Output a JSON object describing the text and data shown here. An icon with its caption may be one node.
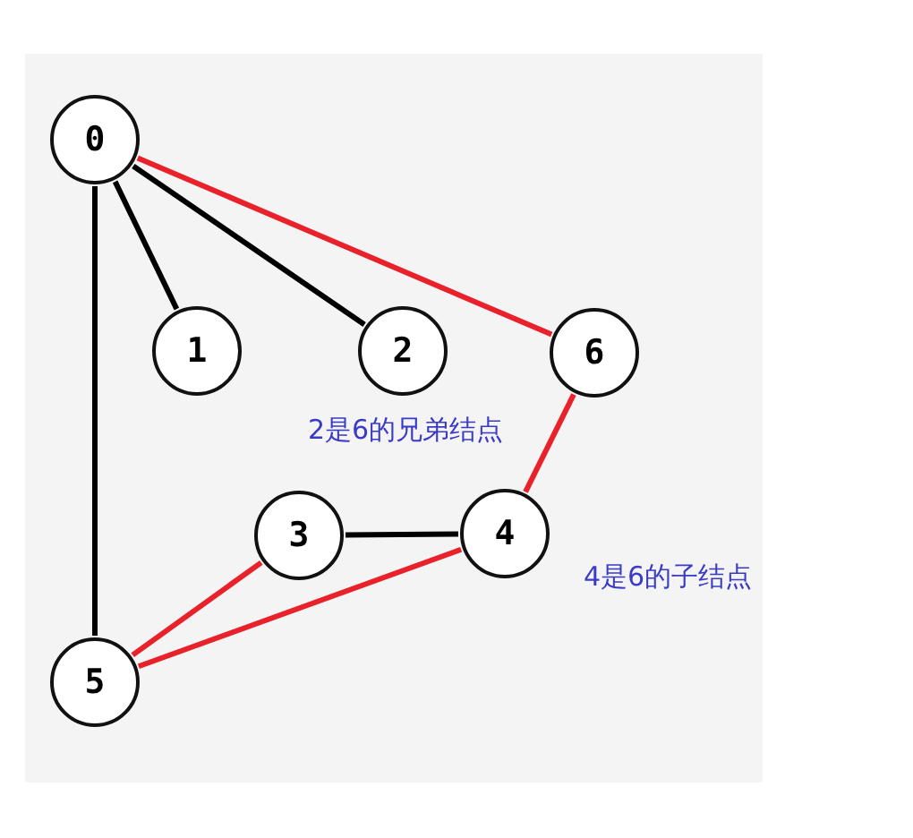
{
  "diagram": {
    "nodes": [
      {
        "text": [
          "0"
        ]
      },
      {
        "text": [
          "1"
        ]
      },
      {
        "text": [
          "2"
        ]
      },
      {
        "text": [
          "6"
        ]
      },
      {
        "text": [
          "3"
        ]
      },
      {
        "text": [
          "4"
        ]
      },
      {
        "text": [
          "5"
        ]
      }
    ],
    "edges": [
      {
        "from": 0,
        "to": 1,
        "arrow": "none",
        "color": "#000000"
      },
      {
        "from": 0,
        "to": 2,
        "arrow": "none",
        "color": "#000000"
      },
      {
        "from": 0,
        "to": 3,
        "arrow": "none",
        "color": "#e8212b"
      },
      {
        "from": 0,
        "to": 6,
        "arrow": "none",
        "color": "#000000"
      },
      {
        "from": 3,
        "to": 5,
        "arrow": "none",
        "color": "#e8212b"
      },
      {
        "from": 4,
        "to": 5,
        "arrow": "none",
        "color": "#000000"
      },
      {
        "from": 4,
        "to": 6,
        "arrow": "none",
        "color": "#e8212b"
      },
      {
        "from": 5,
        "to": 6,
        "arrow": "none",
        "color": "#e8212b"
      }
    ],
    "labels": [
      "2是6的兄弟结点",
      "4是6的子结点"
    ]
  }
}
